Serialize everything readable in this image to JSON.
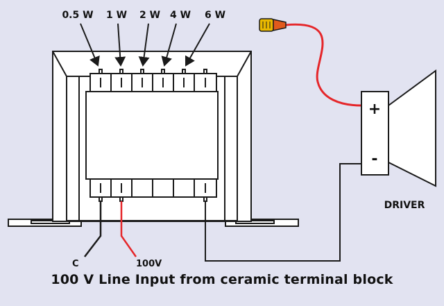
{
  "taps": [
    "0.5 W",
    "1 W",
    "2 W",
    "4 W",
    "6 W"
  ],
  "terminals": {
    "common": "C",
    "line": "100V"
  },
  "driver": {
    "label": "DRIVER",
    "positive": "+",
    "negative": "-"
  },
  "caption": "100 V Line Input from ceramic terminal block",
  "colors": {
    "background": "#e2e3f1",
    "line_wire": "#e5262a",
    "speaker_lead": "#e5262a",
    "connector_body": "#e8b800",
    "connector_tip": "#e05a1c",
    "outline": "#1a1a1a"
  }
}
